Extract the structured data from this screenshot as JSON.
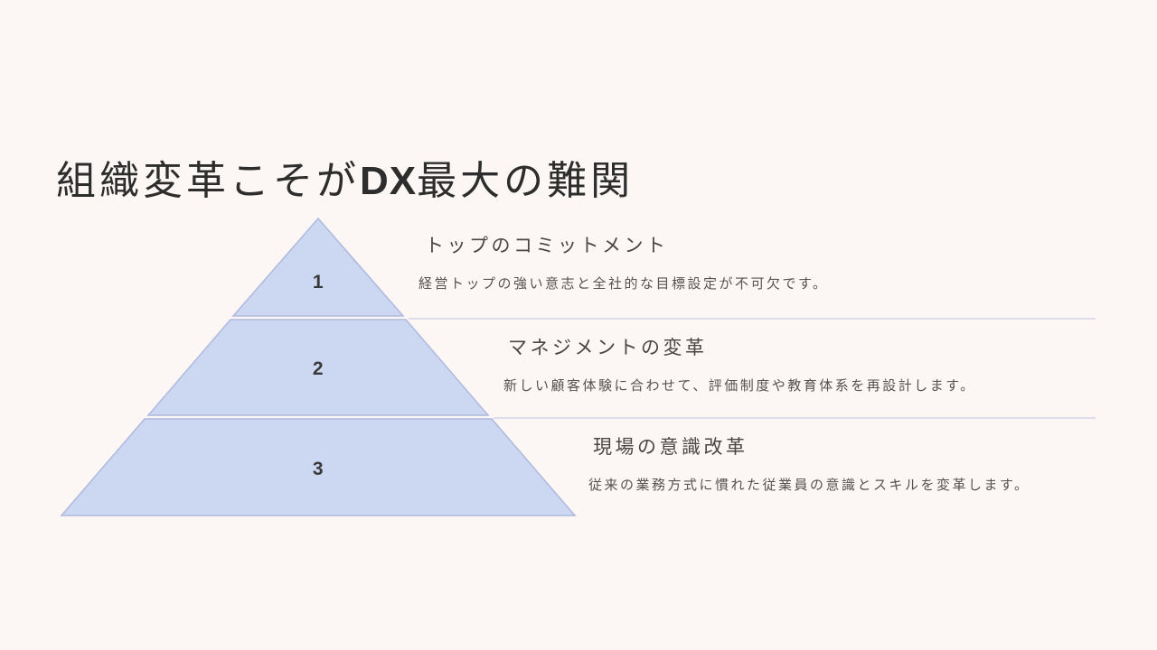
{
  "slide": {
    "title": {
      "prefix": "組織変革こそが",
      "emphasis": "DX",
      "suffix": "最大の難関"
    },
    "pyramid": {
      "fill_color": "#ccd7f2",
      "stroke_color": "#aeb9dd",
      "levels": [
        {
          "number": "1",
          "heading": "トップのコミットメント",
          "body": "経営トップの強い意志と全社的な目標設定が不可欠です。"
        },
        {
          "number": "2",
          "heading": "マネジメントの変革",
          "body": "新しい顧客体験に合わせて、評価制度や教育体系を再設計します。"
        },
        {
          "number": "3",
          "heading": "現場の意識改革",
          "body": "従来の業務方式に慣れた従業員の意識とスキルを変革します。"
        }
      ]
    },
    "colors": {
      "background": "#fcf7f4",
      "title_text": "#2d2d2d",
      "heading_text": "#4b4646",
      "body_text": "#57514f",
      "divider": "#dcdcea",
      "number_text": "#3a3a3a"
    }
  }
}
